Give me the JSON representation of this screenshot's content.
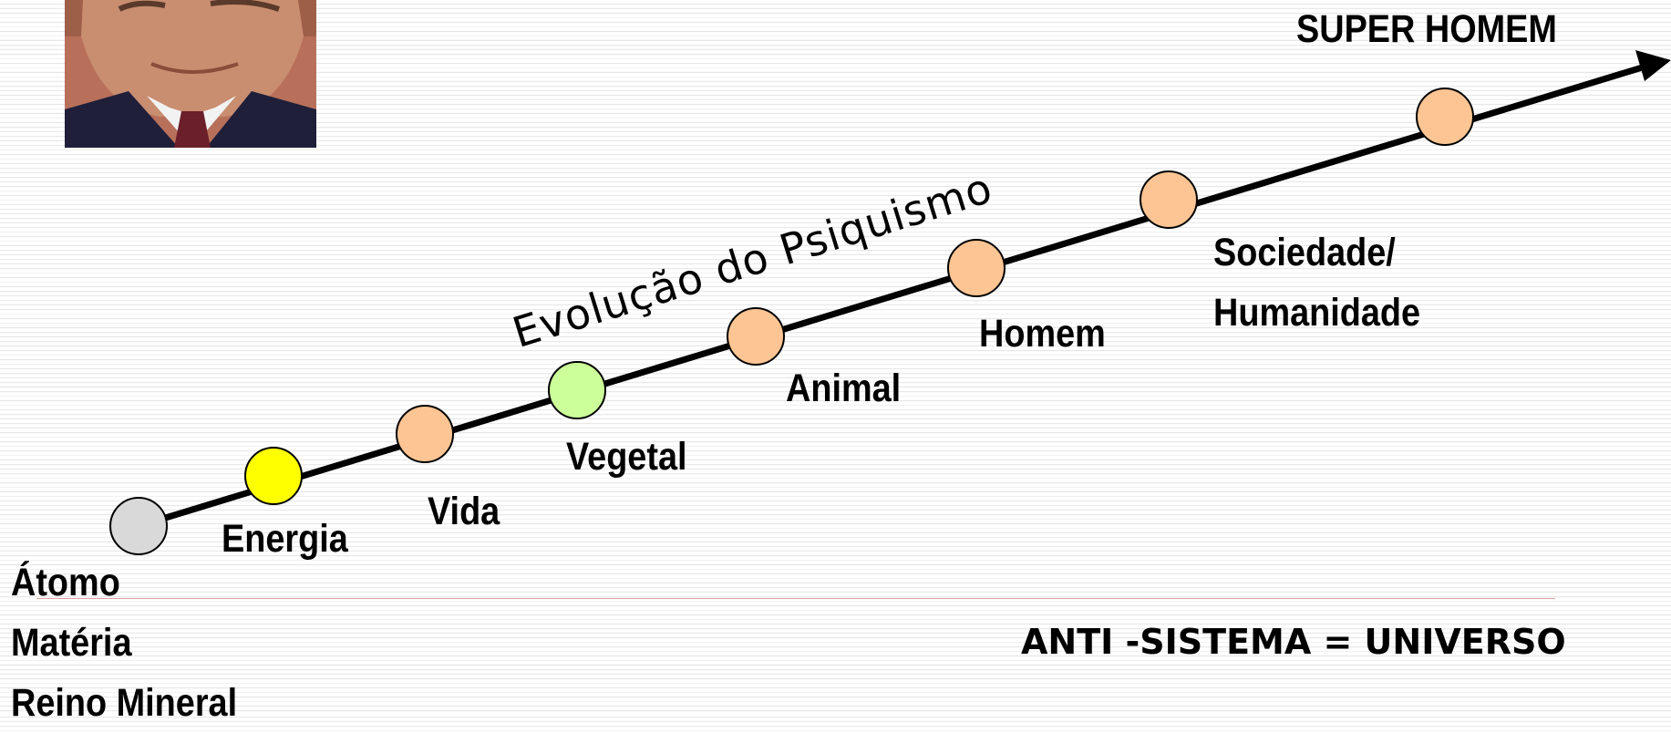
{
  "diagram": {
    "top_label": "SUPER HOMEM",
    "arrow_caption": "Evolução do Psiquismo",
    "footer": "ANTI -SISTEMA = UNIVERSO",
    "stages": [
      {
        "lines": [
          "Átomo",
          "Matéria",
          "Reino Mineral"
        ],
        "fill": "#d9d9d9"
      },
      {
        "lines": [
          "Energia"
        ],
        "fill": "#ffff00"
      },
      {
        "lines": [
          "Vida"
        ],
        "fill": "#fcc593"
      },
      {
        "lines": [
          "Vegetal"
        ],
        "fill": "#ccff99"
      },
      {
        "lines": [
          "Animal"
        ],
        "fill": "#fcc593"
      },
      {
        "lines": [
          "Homem"
        ],
        "fill": "#fcc593"
      },
      {
        "lines": [
          "Sociedade/",
          "Humanidade"
        ],
        "fill": "#fcc593"
      },
      {
        "lines": [],
        "fill": "#fcc593"
      }
    ]
  }
}
